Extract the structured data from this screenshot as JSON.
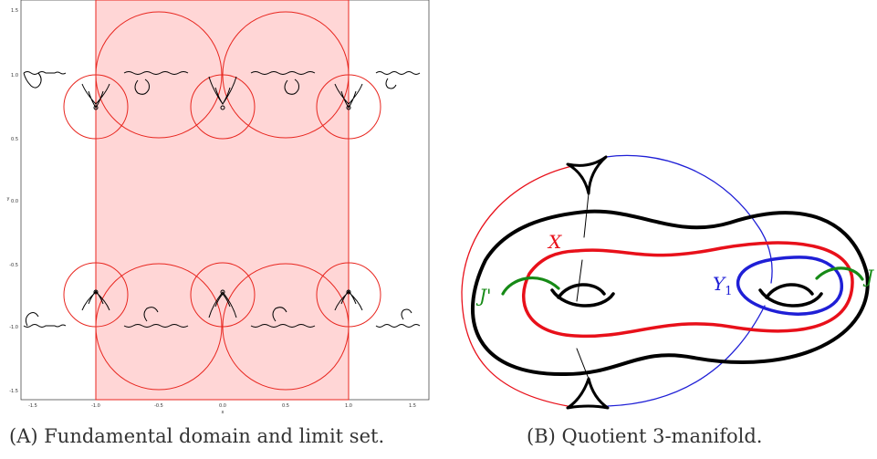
{
  "figure": {
    "caption_a": "(A) Fundamental domain and limit set.",
    "caption_b": "(B) Quotient 3-manifold."
  },
  "plot": {
    "x_ticks": [
      "-1.5",
      "-1.0",
      "-0.5",
      "0.0",
      "0.5",
      "1.0",
      "1.5"
    ],
    "y_ticks": [
      "1.5",
      "1.0",
      "0.5",
      "0.0",
      "-0.5",
      "-1.0",
      "-1.5"
    ],
    "xlabel": "x",
    "ylabel": "y",
    "colors": {
      "domain_fill": "#ffd6d6",
      "circles": "#e8261f",
      "limit_set": "#000000"
    }
  },
  "manifold": {
    "labels": {
      "X": "X",
      "Y1": "Y",
      "Y1_sub": "1",
      "J": "J",
      "Jprime": "J'"
    },
    "colors": {
      "red": "#e8101a",
      "blue": "#1f1fd6",
      "green": "#168a16",
      "black": "#000000"
    }
  }
}
